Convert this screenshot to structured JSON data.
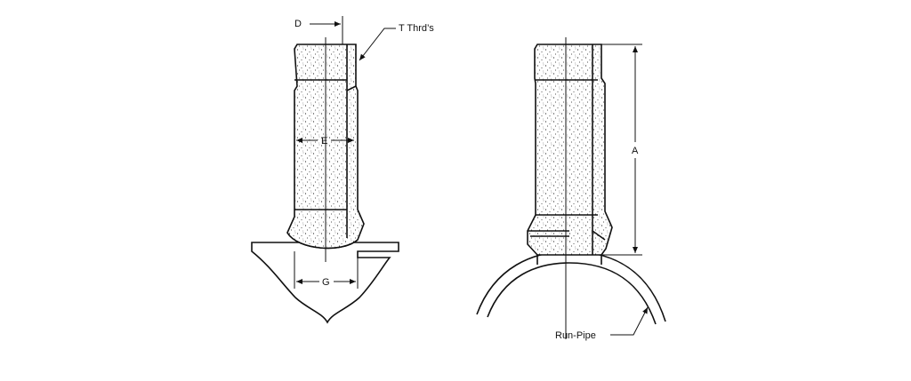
{
  "diagram": {
    "labels": {
      "d": "D",
      "threads": "T Thrd’s",
      "e": "E",
      "g": "G",
      "a": "A",
      "run_pipe": "Run-Pipe"
    },
    "colors": {
      "ink": "#111111",
      "background": "#ffffff",
      "fill": "#ffffff"
    }
  }
}
